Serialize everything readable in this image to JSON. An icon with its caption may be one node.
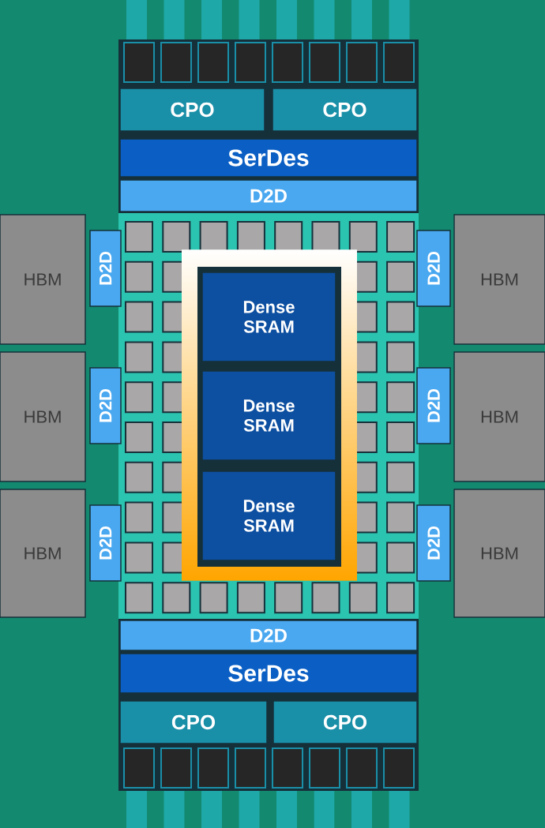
{
  "diagram": {
    "nodes": [
      {
        "text": [
          "CPO"
        ]
      },
      {
        "text": [
          "CPO"
        ]
      },
      {
        "text": [
          "SerDes"
        ]
      },
      {
        "text": [
          "D2D"
        ]
      },
      {
        "text": [
          "HBM"
        ]
      },
      {
        "text": [
          "D2D"
        ]
      },
      {
        "text": [
          "Dense SRAM"
        ]
      },
      {
        "text": [
          "D2D"
        ]
      },
      {
        "text": [
          "HBM"
        ]
      },
      {
        "text": [
          "HBM"
        ]
      },
      {
        "text": [
          "D2D"
        ]
      },
      {
        "text": [
          "Dense SRAM"
        ]
      },
      {
        "text": [
          "D2D"
        ]
      },
      {
        "text": [
          "HBM"
        ]
      },
      {
        "text": [
          "HBM"
        ]
      },
      {
        "text": [
          "D2D"
        ]
      },
      {
        "text": [
          "Dense SRAM"
        ]
      },
      {
        "text": [
          "D2D"
        ]
      },
      {
        "text": [
          "HBM"
        ]
      },
      {
        "text": [
          "D2D"
        ]
      },
      {
        "text": [
          "SerDes"
        ]
      },
      {
        "text": [
          "CPO"
        ]
      },
      {
        "text": [
          "CPO"
        ]
      }
    ]
  }
}
